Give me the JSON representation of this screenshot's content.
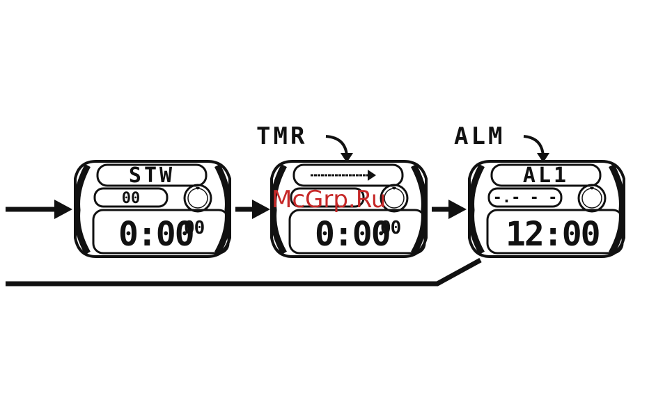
{
  "callouts": {
    "timer": "TMR",
    "alarm": "ALM"
  },
  "watches": [
    {
      "mode": "STW",
      "small": "00",
      "main": "0:00",
      "seconds": "00"
    },
    {
      "mode": "",
      "small": "",
      "main": "0:00",
      "seconds": "00"
    },
    {
      "mode": "AL1",
      "small": "-.- - -",
      "main": "12:00",
      "seconds": ""
    }
  ],
  "watermark": "McGrp.Ru"
}
